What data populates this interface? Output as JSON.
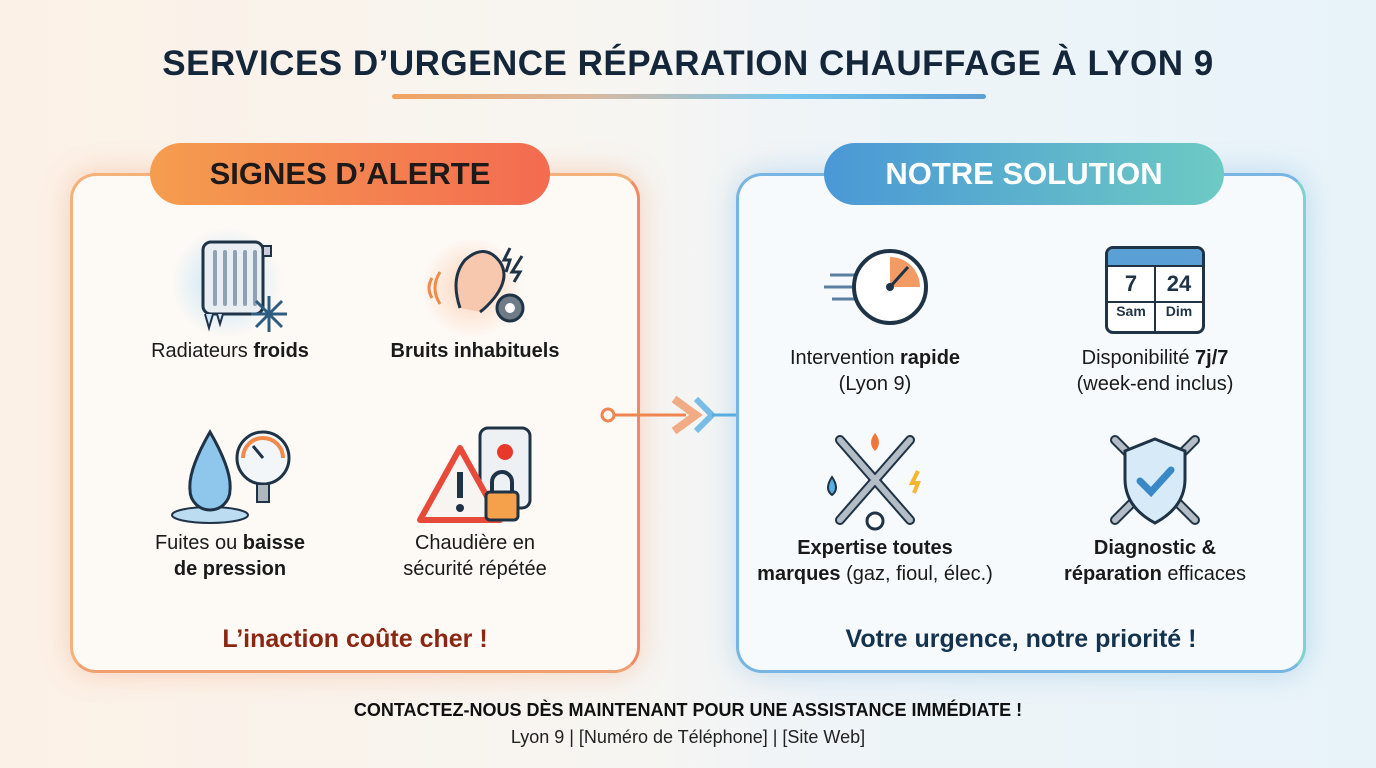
{
  "title": "SERVICES D’URGENCE RÉPARATION CHAUFFAGE À LYON 9",
  "colors": {
    "warning_accent": "#f36b50",
    "solution_accent": "#4a98d6",
    "title": "#14263a",
    "warning_tagline": "#8a2612",
    "solution_tagline": "#14334f"
  },
  "warning": {
    "heading": "SIGNES D’ALERTE",
    "items": [
      {
        "icon": "frozen-radiator-icon",
        "regular_pre": "Radiateurs ",
        "bold": "froids",
        "regular_post": "",
        "line2_bold": "",
        "line2_regular": ""
      },
      {
        "icon": "ear-noise-icon",
        "regular_pre": "",
        "bold": "Bruits inhabituels",
        "regular_post": "",
        "line2_bold": "",
        "line2_regular": ""
      },
      {
        "icon": "leak-pressure-gauge-icon",
        "regular_pre": "Fuites ou ",
        "bold": "baisse",
        "regular_post": "",
        "line2_bold": "de pression",
        "line2_regular": ""
      },
      {
        "icon": "boiler-lock-warning-icon",
        "regular_pre": "Chaudière en",
        "bold": "",
        "regular_post": "",
        "line2_bold": "",
        "line2_regular": "sécurité répétée"
      }
    ],
    "tagline": "L’inaction coûte cher !"
  },
  "solution": {
    "heading": "NOTRE SOLUTION",
    "items": [
      {
        "icon": "stopwatch-speed-icon",
        "regular_pre": "Intervention ",
        "bold": "rapide",
        "regular_post": "",
        "line2_bold": "",
        "line2_regular": "(Lyon 9)"
      },
      {
        "icon": "calendar-icon",
        "regular_pre": "Disponibilité ",
        "bold": "7j/7",
        "regular_post": "",
        "line2_bold": "",
        "line2_regular": "(week-end inclus)",
        "calendar": {
          "day1": "7",
          "day2": "24",
          "label1": "Sam",
          "label2": "Dim"
        }
      },
      {
        "icon": "crossed-wrenches-icon",
        "regular_pre": "",
        "bold": "Expertise toutes",
        "regular_post": "",
        "line2_bold": "marques",
        "line2_regular": " (gaz, fioul, élec.)"
      },
      {
        "icon": "shield-check-wrenches-icon",
        "regular_pre": "",
        "bold": "Diagnostic &",
        "regular_post": "",
        "line2_bold": "réparation",
        "line2_regular": " efficaces"
      }
    ],
    "tagline": "Votre urgence, notre priorité !"
  },
  "footer": {
    "cta": "CONTACTEZ-NOUS DÈS MAINTENANT POUR UNE ASSISTANCE IMMÉDIATE !",
    "contact": "Lyon 9 | [Numéro de Téléphone] | [Site Web]"
  }
}
